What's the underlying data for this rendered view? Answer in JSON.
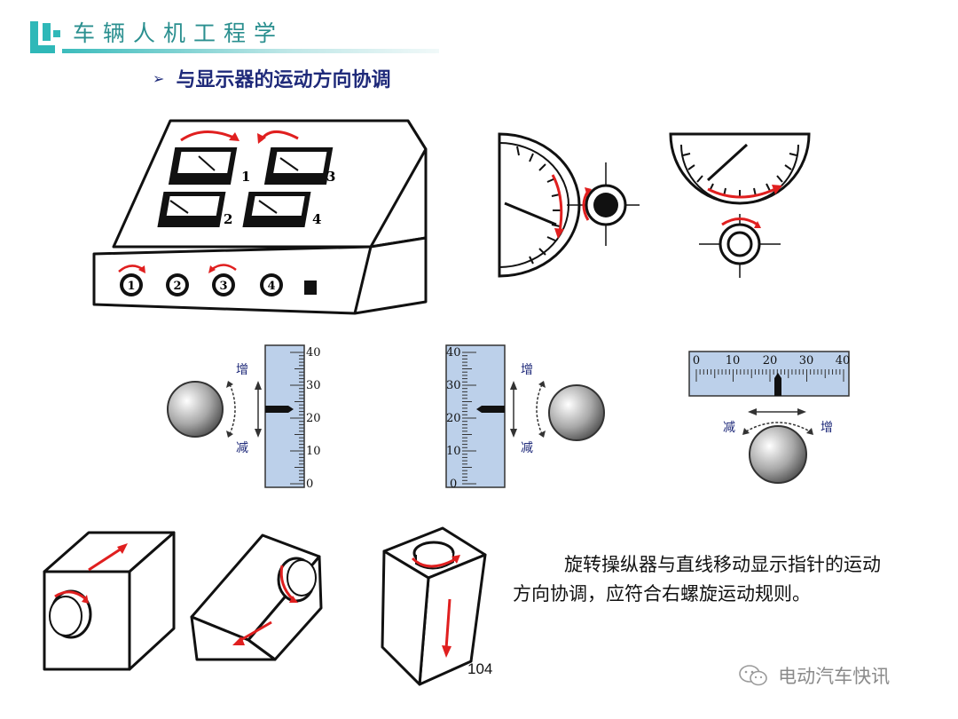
{
  "header": {
    "course_title": "车辆人机工程学"
  },
  "bullet": {
    "glyph": "➢",
    "text": "与显示器的运动方向协调"
  },
  "figures": {
    "console": {
      "meter_numbers": [
        "1",
        "3",
        "2",
        "4"
      ],
      "knob_numbers": [
        "1",
        "2",
        "3",
        "4"
      ]
    },
    "vertical_scale_left": {
      "ticks": [
        "40",
        "30",
        "20",
        "10",
        "0"
      ],
      "increase_label": "增",
      "decrease_label": "减"
    },
    "vertical_scale_middle": {
      "ticks": [
        "40",
        "30",
        "20",
        "10",
        "0"
      ],
      "increase_label": "增",
      "decrease_label": "减"
    },
    "horizontal_scale": {
      "ticks": [
        "0",
        "10",
        "20",
        "30",
        "40"
      ],
      "increase_label": "增",
      "decrease_label": "减"
    }
  },
  "rule_text": "旋转操纵器与直线移动显示指针的运动方向协调，应符合右螺旋运动规则。",
  "page_number": "104",
  "watermark": {
    "text": "电动汽车快讯",
    "icon": "wechat-icon"
  },
  "colors": {
    "accent_teal": "#2a8f8f",
    "title_blue": "#1f2a7a",
    "arrow_red": "#e01f1f",
    "scale_blue": "#bcd0ea"
  }
}
